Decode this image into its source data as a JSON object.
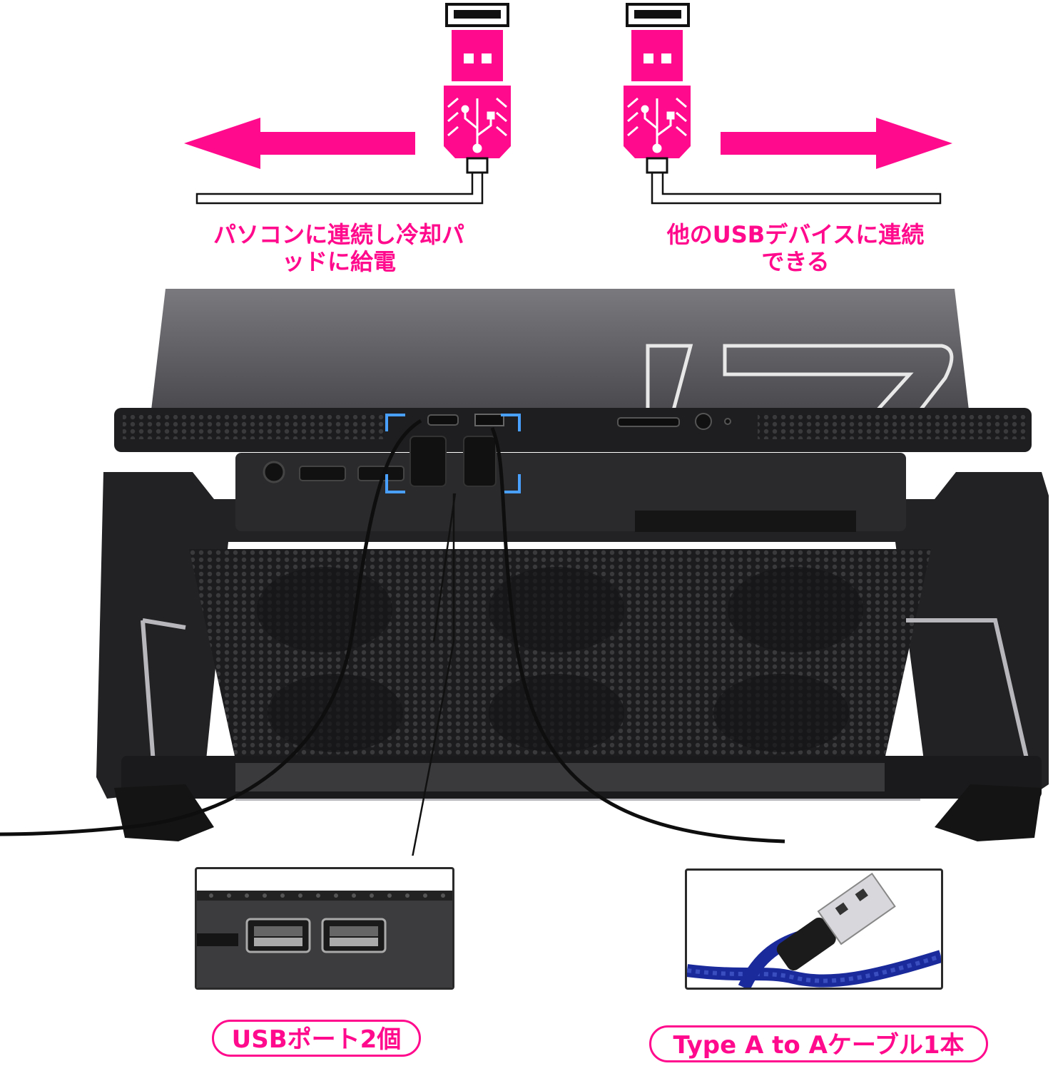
{
  "captions": {
    "left": "パソコンに連続し冷却パッドに給電",
    "left_line1": "パソコンに連続し冷却パ",
    "left_line2": "ッドに給電",
    "right": "他のUSBデバイスに連続できる",
    "right_line1": "他のUSBデバイスに連続",
    "right_line2": "できる"
  },
  "labels": {
    "usb_ports": "USBポート2個",
    "cable": "Type A to Aケーブル1本"
  },
  "colors": {
    "accent": "#ff0a8c",
    "device": "#2b2b2d",
    "cable_blue": "#1a2a9a"
  },
  "icons": [
    "usb-plug-icon",
    "usb-symbol-icon",
    "arrow-left-icon",
    "arrow-right-icon"
  ]
}
